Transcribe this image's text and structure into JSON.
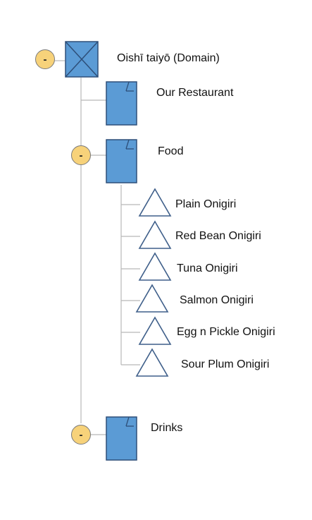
{
  "tree": {
    "root": {
      "label": "Oishī taiyō (Domain)",
      "toggle": "-",
      "icon": "domain-icon"
    },
    "nodes": [
      {
        "label": "Our Restaurant",
        "icon": "document-icon"
      },
      {
        "label": "Food",
        "toggle": "-",
        "icon": "document-icon",
        "children": [
          {
            "label": "Plain Onigiri",
            "icon": "triangle-icon"
          },
          {
            "label": "Red Bean Onigiri",
            "icon": "triangle-icon"
          },
          {
            "label": "Tuna Onigiri",
            "icon": "triangle-icon"
          },
          {
            "label": "Salmon Onigiri",
            "icon": "triangle-icon"
          },
          {
            "label": "Egg n Pickle Onigiri",
            "icon": "triangle-icon"
          },
          {
            "label": "Sour Plum Onigiri",
            "icon": "triangle-icon"
          }
        ]
      },
      {
        "label": "Drinks",
        "toggle": "-",
        "icon": "document-icon"
      }
    ]
  },
  "colors": {
    "box_fill": "#5b9bd5",
    "box_stroke": "#2e4f79",
    "toggle_fill": "#f7d27a",
    "triangle_stroke": "#3f5f8a",
    "line": "#b8b8b8"
  }
}
